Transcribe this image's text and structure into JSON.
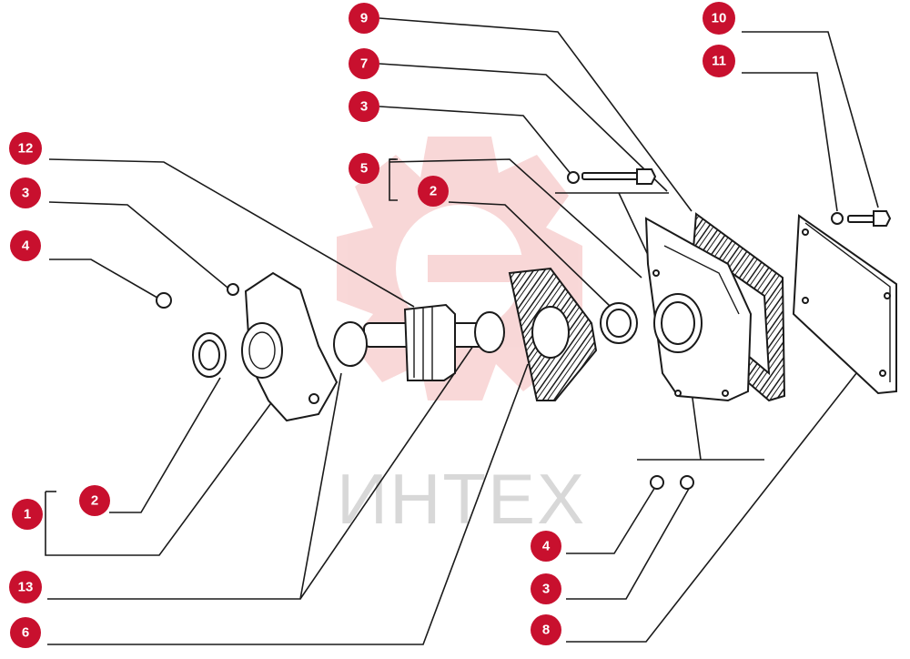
{
  "watermark": {
    "text": "ИНТЕХ",
    "color": "#f4b8b8"
  },
  "callout_color": "#c8102e",
  "callouts": [
    {
      "id": "c9",
      "label": "9"
    },
    {
      "id": "c7",
      "label": "7"
    },
    {
      "id": "c3a",
      "label": "3"
    },
    {
      "id": "c5",
      "label": "5"
    },
    {
      "id": "c2a",
      "label": "2"
    },
    {
      "id": "c12",
      "label": "12"
    },
    {
      "id": "c3b",
      "label": "3"
    },
    {
      "id": "c4a",
      "label": "4"
    },
    {
      "id": "c10",
      "label": "10"
    },
    {
      "id": "c11",
      "label": "11"
    },
    {
      "id": "c1",
      "label": "1"
    },
    {
      "id": "c2b",
      "label": "2"
    },
    {
      "id": "c13",
      "label": "13"
    },
    {
      "id": "c6",
      "label": "6"
    },
    {
      "id": "c4b",
      "label": "4"
    },
    {
      "id": "c3c",
      "label": "3"
    },
    {
      "id": "c8",
      "label": "8"
    }
  ]
}
